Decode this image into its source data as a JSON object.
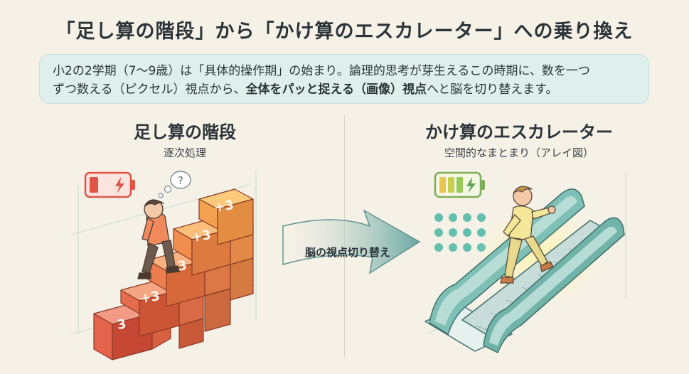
{
  "title": "「足し算の階段」から「かけ算のエスカレーター」への乗り換え",
  "intro": {
    "line1": "小2の2学期（7〜9歳）は「具体的操作期」の始まり。論理的思考が芽生えるこの時期に、数を一つ",
    "line2_a": "ずつ数える（ピクセル）視点から、",
    "line2_bold": "全体をパッと捉える（画像）視点",
    "line2_b": "へと脳を切り替えます。"
  },
  "left": {
    "title": "足し算の階段",
    "subtitle": "逐次処理",
    "thought_mark": "?",
    "blocks": [
      "3",
      "+3",
      "+3",
      "+3",
      "+3"
    ]
  },
  "arrow": {
    "label": "脳の視点切り替え"
  },
  "right": {
    "title": "かけ算のエスカレーター",
    "subtitle": "空間的なまとまり（アレイ図）"
  },
  "colors": {
    "background": "#f6f1e7",
    "intro_box": "#dff0ec",
    "block_red": "#e8664f",
    "block_orange": "#f0a055",
    "escalator_teal": "#5fa59c",
    "dot_teal": "#63bfae",
    "battery_low": "#e05548",
    "battery_full": "#98c95c"
  },
  "icons": [
    "battery-low-icon",
    "battery-full-icon",
    "lightning-icon",
    "thought-bubble-icon",
    "dot-array-icon"
  ]
}
